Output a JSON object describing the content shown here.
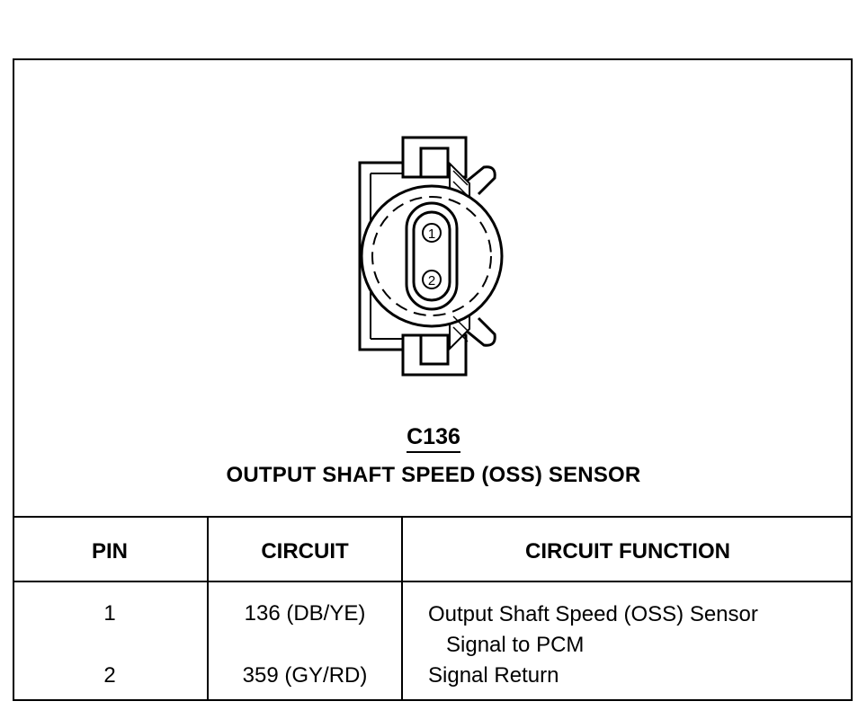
{
  "connector": {
    "id": "C136",
    "name": "OUTPUT SHAFT SPEED (OSS) SENSOR",
    "pins": [
      "1",
      "2"
    ]
  },
  "table": {
    "headers": {
      "pin": "PIN",
      "circuit": "CIRCUIT",
      "function": "CIRCUIT FUNCTION"
    },
    "rows": [
      {
        "pin": "1",
        "circuit": "136 (DB/YE)",
        "function_line1": "Output Shaft Speed (OSS) Sensor",
        "function_line2": "Signal to PCM"
      },
      {
        "pin": "2",
        "circuit": "359 (GY/RD)",
        "function_line1": "Signal Return",
        "function_line2": ""
      }
    ]
  }
}
